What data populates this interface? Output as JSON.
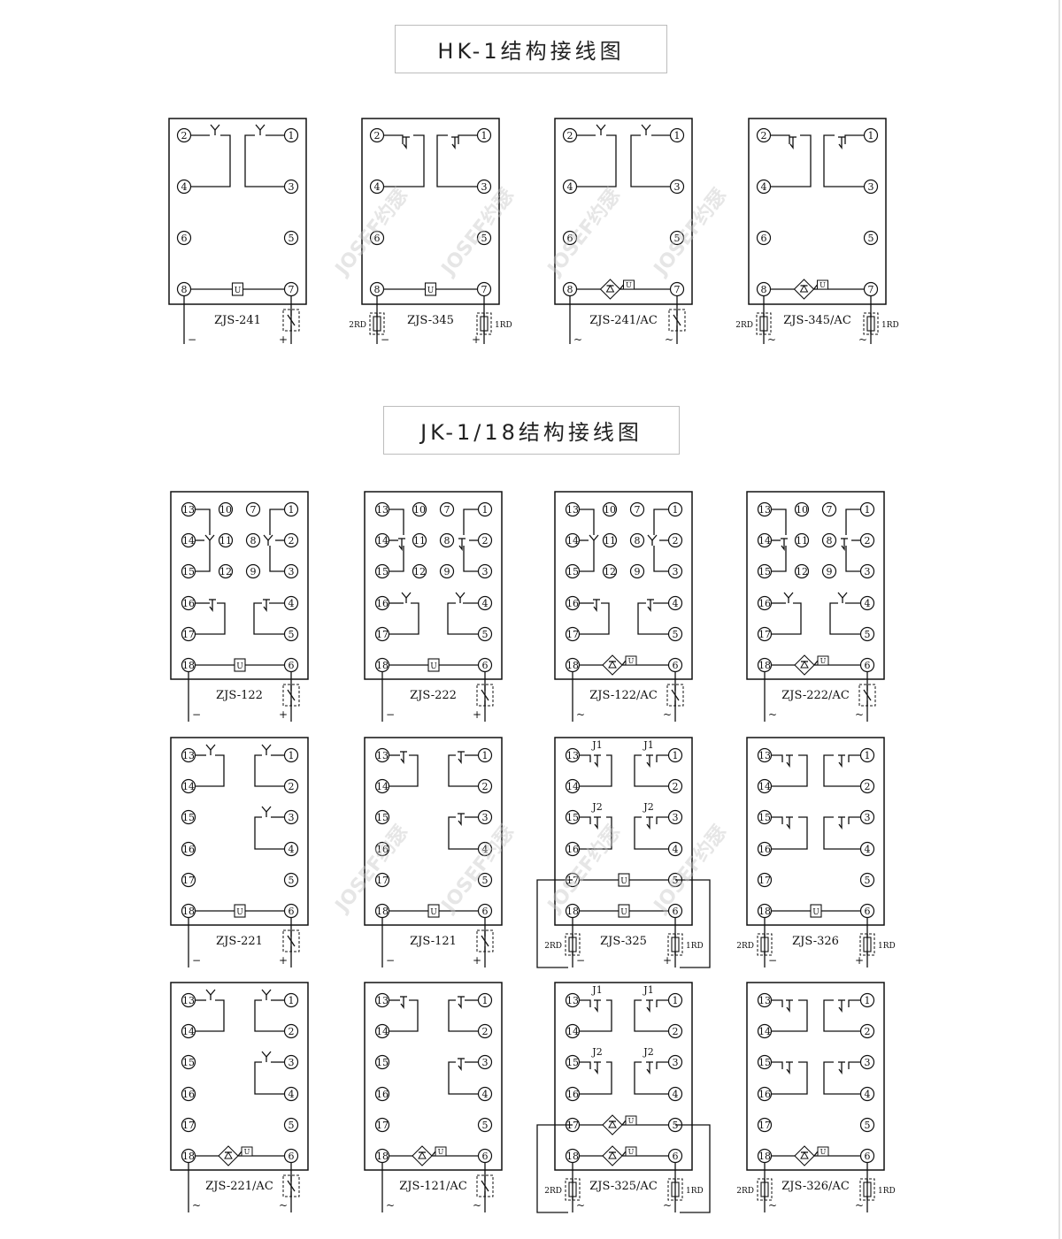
{
  "titles": {
    "hk1": "HK-1结构接线图",
    "jk1": "JK-1/18结构接线图"
  },
  "watermark": "JOSEF约瑟",
  "hk_diagrams": [
    {
      "label": "ZJS-241",
      "type": "dc",
      "fuse": false,
      "contact": "make"
    },
    {
      "label": "ZJS-345",
      "type": "dc",
      "fuse": true,
      "contact": "break"
    },
    {
      "label": "ZJS-241/AC",
      "type": "ac",
      "fuse": false,
      "contact": "make"
    },
    {
      "label": "ZJS-345/AC",
      "type": "ac",
      "fuse": true,
      "contact": "break"
    }
  ],
  "jk_diagrams": [
    {
      "label": "ZJS-122",
      "type": "dc",
      "fuse": false,
      "variant": "a"
    },
    {
      "label": "ZJS-222",
      "type": "dc",
      "fuse": false,
      "variant": "b"
    },
    {
      "label": "ZJS-122/AC",
      "type": "ac",
      "fuse": false,
      "variant": "a"
    },
    {
      "label": "ZJS-222/AC",
      "type": "ac",
      "fuse": false,
      "variant": "b"
    },
    {
      "label": "ZJS-221",
      "type": "dc",
      "fuse": false,
      "variant": "c"
    },
    {
      "label": "ZJS-121",
      "type": "dc",
      "fuse": false,
      "variant": "d"
    },
    {
      "label": "ZJS-325",
      "type": "dc2",
      "fuse": true,
      "variant": "e"
    },
    {
      "label": "ZJS-326",
      "type": "dc",
      "fuse": true,
      "variant": "f"
    },
    {
      "label": "ZJS-221/AC",
      "type": "ac",
      "fuse": false,
      "variant": "c"
    },
    {
      "label": "ZJS-121/AC",
      "type": "ac",
      "fuse": false,
      "variant": "d"
    },
    {
      "label": "ZJS-325/AC",
      "type": "ac2",
      "fuse": true,
      "variant": "e"
    },
    {
      "label": "ZJS-326/AC",
      "type": "ac",
      "fuse": true,
      "variant": "f"
    }
  ],
  "symbols": {
    "minus": "−",
    "plus": "+",
    "ac": "~",
    "fuse_left": "2RD",
    "fuse_right": "1RD",
    "coil": "U",
    "j1": "J1",
    "j2": "J2",
    "label13": "13"
  }
}
